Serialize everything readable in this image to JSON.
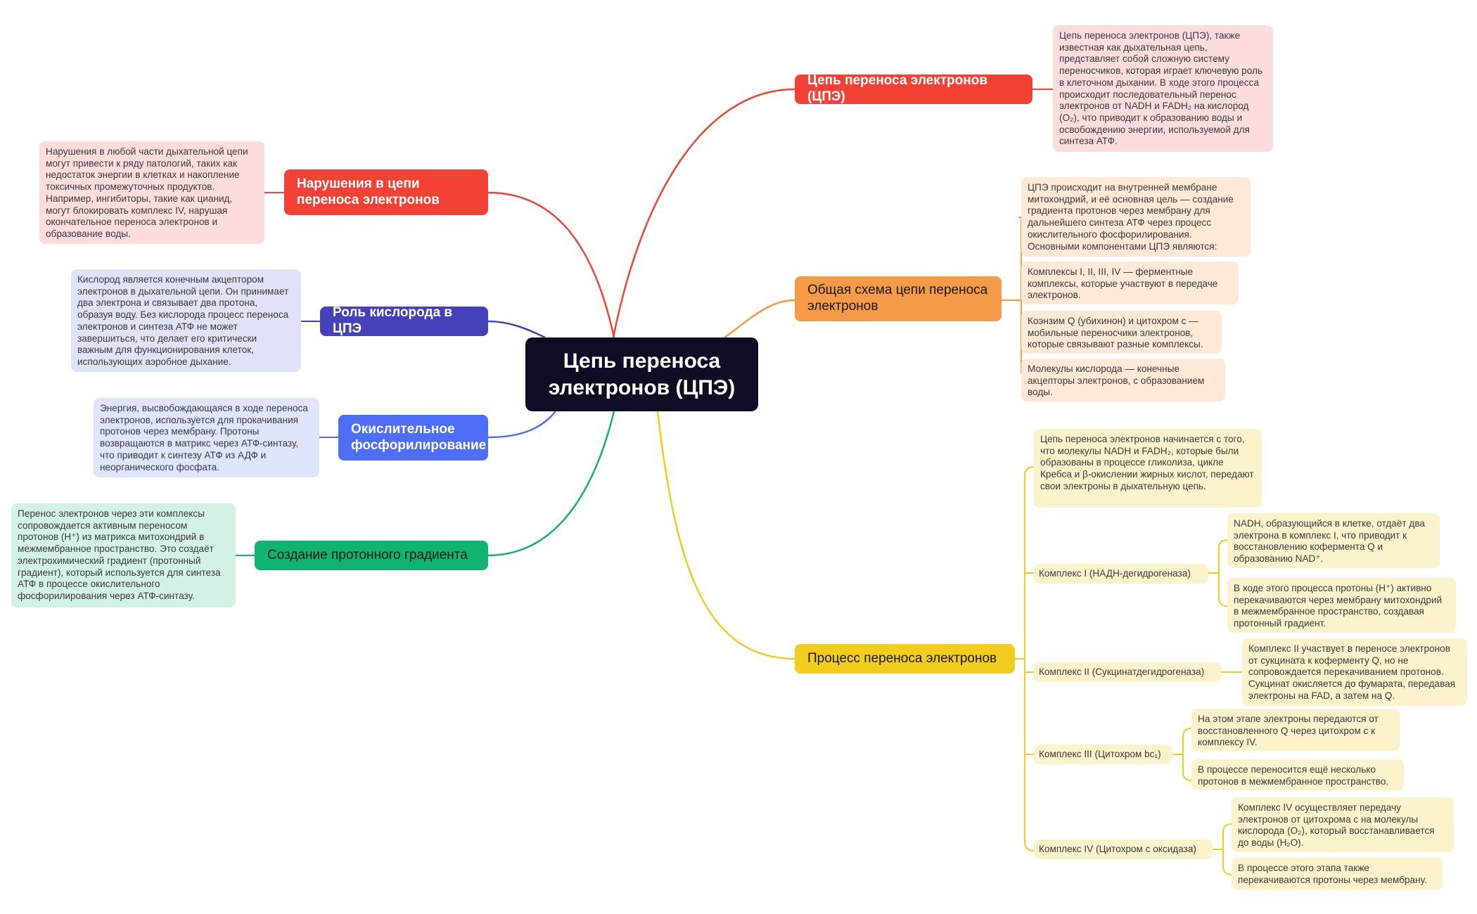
{
  "colors": {
    "red": "#f24236",
    "orange": "#f59a46",
    "indigo": "#4541b8",
    "blue": "#4f6ef7",
    "green": "#10b371",
    "yellow": "#f2cd1d",
    "root": "#0f0d24"
  },
  "root": {
    "title": "Цепь переноса электронов (ЦПЭ)"
  },
  "right": {
    "cpe": {
      "label": "Цепь переноса электронов (ЦПЭ)",
      "note": "Цепь переноса электронов (ЦПЭ), также известная как дыхательная цепь, представляет собой сложную систему переносчиков, которая играет ключевую роль в клеточном дыхании. В ходе этого процесса происходит последовательный перенос электронов от NADH и FADH₂ на кислород (O₂), что приводит к образованию воды и освобождению энергии, используемой для синтеза АТФ."
    },
    "scheme": {
      "label": "Общая схема цепи переноса электронов",
      "notes": [
        "ЦПЭ происходит на внутренней мембране митохондрий, и её основная цель — создание градиента протонов через мембрану для дальнейшего синтеза АТФ через процесс окислительного фосфорилирования. Основными компонентами ЦПЭ являются:",
        "Комплексы I, II, III, IV — ферментные комплексы, которые участвуют в передаче электронов.",
        "Коэнзим Q (убихинон) и цитохром c — мобильные переносчики электронов, которые связывают разные комплексы.",
        "Молекулы кислорода — конечные акцепторы электронов, с образованием воды."
      ]
    },
    "process": {
      "label": "Процесс переноса электронов",
      "intro": "Цепь переноса электронов начинается с того, что молекулы NADH и FADH₂, которые были образованы в процессе гликолиза, цикле Кребса и β-окислении жирных кислот, передают свои электроны в дыхательную цепь.",
      "complexes": [
        {
          "label": "Комплекс I (НАДН-дегидрогеназа)",
          "details": [
            "NADH, образующийся в клетке, отдаёт два электрона в комплекс I, что приводит к восстановлению кофермента Q и образованию NAD⁺.",
            "В ходе этого процесса протоны (H⁺) активно перекачиваются через мембрану митохондрий в межмембранное пространство, создавая протонный градиент."
          ]
        },
        {
          "label": "Комплекс II (Сукцинатдегидрогеназа)",
          "details": [
            "Комплекс II участвует в переносе электронов от сукцината к коферменту Q, но не сопровождается перекачиванием протонов. Сукцинат окисляется до фумарата, передавая электроны на FAD, а затем на Q."
          ]
        },
        {
          "label": "Комплекс III (Цитохром bc₁)",
          "details": [
            "На этом этапе электроны передаются от восстановленного Q через цитохром c к комплексу IV.",
            "В процессе переносится ещё несколько протонов в межмембранное пространство."
          ]
        },
        {
          "label": "Комплекс IV (Цитохром c оксидаза)",
          "details": [
            "Комплекс IV осуществляет передачу электронов от цитохрома c на молекулы кислорода (O₂), который восстанавливается до воды (H₂O).",
            "В процессе этого этапа также перекачиваются протоны через мембрану."
          ]
        }
      ]
    }
  },
  "left": {
    "disorders": {
      "label": "Нарушения в цепи переноса электронов",
      "note": "Нарушения в любой части дыхательной цепи могут привести к ряду патологий, таких как недостаток энергии в клетках и накопление токсичных промежуточных продуктов. Например, ингибиторы, такие как цианид, могут блокировать комплекс IV, нарушая окончательное переноса электронов и образование воды."
    },
    "oxygen": {
      "label": "Роль кислорода в ЦПЭ",
      "note": "Кислород является конечным акцептором электронов в дыхательной цепи. Он принимает два электрона и связывает два протона, образуя воду. Без кислорода процесс переноса электронов и синтеза АТФ не может завершиться, что делает его критически важным для функционирования клеток, использующих аэробное дыхание."
    },
    "oxphos": {
      "label": "Окислительное фосфорилирование",
      "note": "Энергия, высвобождающаяся в ходе переноса электронов, используется для прокачивания протонов через мембрану. Протоны возвращаются в матрикс через АТФ-синтазу, что приводит к синтезу АТФ из АДФ и неорганического фосфата."
    },
    "gradient": {
      "label": "Создание протонного градиента",
      "note": "Перенос электронов через эти комплексы сопровождается активным переносом протонов (H⁺) из матрикса митохондрий в межмембранное пространство. Это создаёт электрохимический градиент (протонный градиент), который используется для синтеза АТФ в процессе окислительного фосфорилирования через АТФ-синтазу."
    }
  }
}
